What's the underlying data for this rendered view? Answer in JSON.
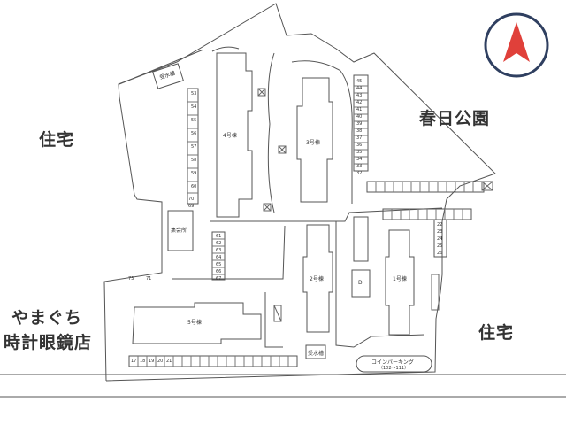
{
  "labels": {
    "residential_left": "住宅",
    "residential_right": "住宅",
    "park": "春日公園",
    "shop_line1": "やまぐち",
    "shop_line2": "時計眼鏡店"
  },
  "buildings": {
    "b1": "1号棟",
    "b2": "2号棟",
    "b3": "3号棟",
    "b4": "4号棟",
    "b5": "5号棟",
    "meeting": "集会所",
    "water_tank_top": "受水槽",
    "water_tank_bottom": "受水槽",
    "coin_parking_name": "コインパーキング",
    "coin_parking_range": "（102〜111）"
  },
  "parking": {
    "strip_west": [
      "53",
      "54",
      "55",
      "56",
      "57",
      "58",
      "59",
      "60"
    ],
    "strip_61": [
      "61",
      "62",
      "63",
      "64",
      "65",
      "66",
      "67"
    ],
    "strip_east_top": [
      "45",
      "44",
      "43",
      "42",
      "41",
      "40",
      "39",
      "38",
      "37",
      "36",
      "35",
      "34",
      "33",
      "32"
    ],
    "strip_east_mid": [
      "22",
      "23",
      "24",
      "25",
      "26"
    ],
    "strip_bottom": [
      "17",
      "18",
      "19",
      "20",
      "21"
    ],
    "misc_71": [
      "73",
      "71"
    ],
    "misc_70": [
      "70",
      "69"
    ]
  },
  "compass": {
    "arrow_color": "#e0403a",
    "ring_color": "#2f3f60",
    "icon": "north-arrow-icon"
  }
}
